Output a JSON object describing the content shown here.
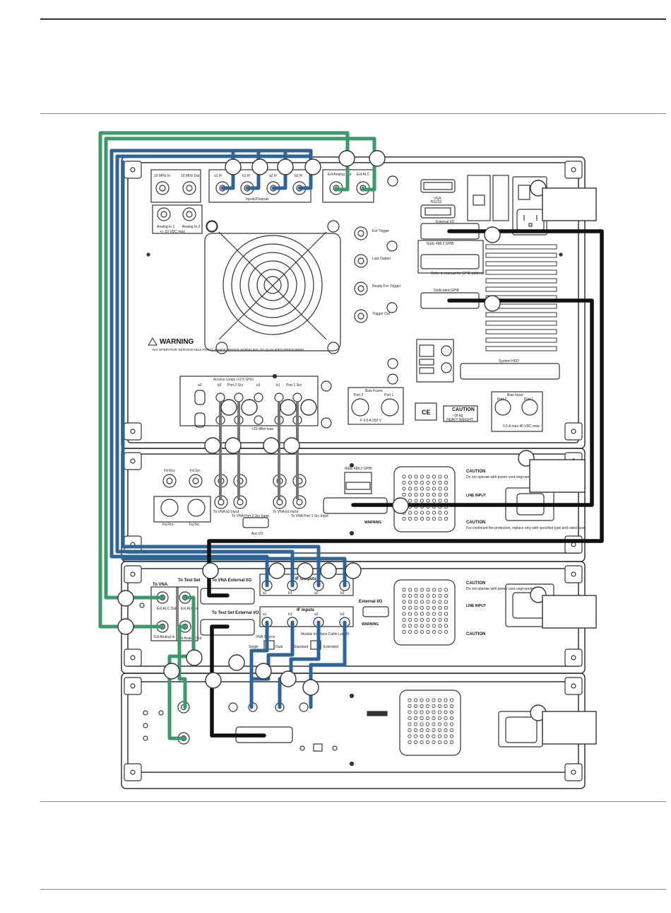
{
  "panel1": {
    "ref_in": "10 MHz In",
    "ref_out": "10 MHz Out",
    "if_labels": [
      "a1 IF",
      "b1 IF",
      "a2 IF",
      "b2 IF"
    ],
    "inputs_outputs": "Inputs/Outputs",
    "ext_analog_out": "Ext Analog Out",
    "ext_alc": "Ext ALC",
    "analog_in1": "Analog In 1",
    "analog_in2": "Analog In 2",
    "analog_range": "+/- 10 VDC max",
    "ext_trigger": "Ext Trigger",
    "last_output": "Last Output",
    "ready_trigger": "Ready For Trigger",
    "trigger_out": "Trigger Out",
    "vga": "VGA",
    "rs232": "RS232",
    "external_io": "External I/O",
    "gpib": "IEEE 488.2 GPIB",
    "gpib_note": "Refer to manual for GPIB address",
    "dedicated_gpib": "Dedicated GPIB",
    "system_hdd": "System HDD",
    "warning_title": "WARNING",
    "warning_text": "NO OPERATOR SERVICEABLE PARTS INSIDE. REFER SERVICING TO QUALIFIED PERSONNEL.",
    "access_loops": "Access Loops (+2.5 GHz)",
    "loop_labels": [
      "a2",
      "b2",
      "Port 2 Src",
      "a1",
      "b1",
      "Port 1 Src"
    ],
    "loop_limits": "+20 dBm max",
    "bias_fuses": "Bias Fuses",
    "bias_fuse_ports": [
      "Port 2",
      "Port 1"
    ],
    "bias_fuse_rating": "F 0.5 A 250 V",
    "bias_input": "Bias Input",
    "bias_input_ports": [
      "Port 2",
      "Port 1"
    ],
    "bias_rating": "0.5 A max 40 VDC max",
    "caution": "CAUTION",
    "weight": "~18 kg",
    "heavy": "HEAVY WEIGHT",
    "ce": "CE"
  },
  "panel2": {
    "fd_rcv": "Fd Rcv",
    "fd_src": "Fd Src",
    "fq_rcv": "Fq Rcv",
    "fq_src": "Fq Src",
    "to_vna_labels": [
      "To VNA b2 Input",
      "To VNA Port 2 Src Input",
      "To VNA b1 Input",
      "To VNA Port 1 Src Input"
    ],
    "aux_io": "Aux I/O",
    "gpib": "IEEE 488.2 GPIB",
    "warning": "WARNING",
    "caution": "CAUTION",
    "caution_text": "Do not operate with power cord ungrounded.",
    "line_input": "LINE INPUT",
    "caution2": "CAUTION",
    "caution2_text": "For continued fire protection, replace only with specified type and rated fuse."
  },
  "panel3": {
    "to_vna": "To VNA",
    "ext_alc_out": "Ext ALC Out",
    "ext_analog_in": "Ext Analog In",
    "to_test_set": "To Test Set",
    "ext_alc_in": "Ext ALC In",
    "ext_analog_out": "Ext Analog Out",
    "to_vna_external_io": "To VNA External I/O",
    "to_test_set_external_io": "To Test Set External I/O",
    "if_outputs": "IF Outputs",
    "if_inputs": "IF Inputs",
    "if_ports": [
      "a1",
      "b1",
      "a2",
      "b2"
    ],
    "external_io": "External I/O",
    "warning": "WARNING",
    "vna_source": "VNA Source",
    "single": "Single",
    "dual": "Dual",
    "module_interface": "Module Interface Cable Length",
    "standard": "Standard",
    "extended": "Extended",
    "caution": "CAUTION",
    "caution_text": "Do not operate with power cord ungrounded.",
    "line_input": "LINE INPUT",
    "caution2": "CAUTION"
  },
  "colors": {
    "green_cable": "#3a9a6a",
    "blue_cable": "#2f6496",
    "black_cable": "#111111",
    "panel_line": "#333333"
  }
}
